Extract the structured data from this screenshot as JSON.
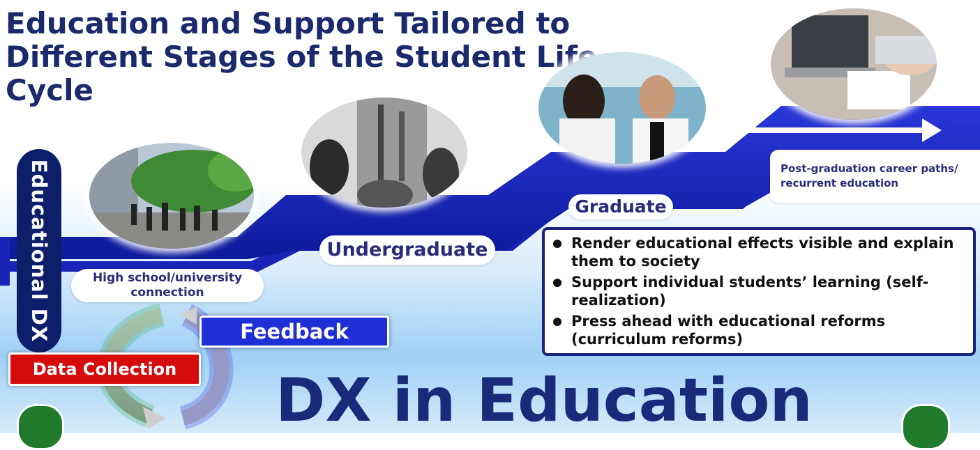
{
  "title": "Education and Support Tailored to Different Stages of the Student Life-Cycle",
  "side_label": "Educational DX",
  "stages": {
    "high_school": "High school/university connection",
    "undergraduate": "Undergraduate",
    "graduate": "Graduate",
    "post_graduation": "Post-graduation career paths/ recurrent education"
  },
  "cycle": {
    "feedback": "Feedback",
    "data_collection": "Data Collection"
  },
  "goals": [
    "Render educational effects visible and explain them to society",
    "Support individual students’ learning (self-realization)",
    "Press ahead with educational reforms (curriculum reforms)"
  ],
  "banner": "DX in Education",
  "colors": {
    "navy": "#1a2a6c",
    "stair_blue": "#1a28c8",
    "feedback_blue": "#1f2fd6",
    "data_red": "#d60b0b",
    "badge_green": "#1f7a2c"
  }
}
